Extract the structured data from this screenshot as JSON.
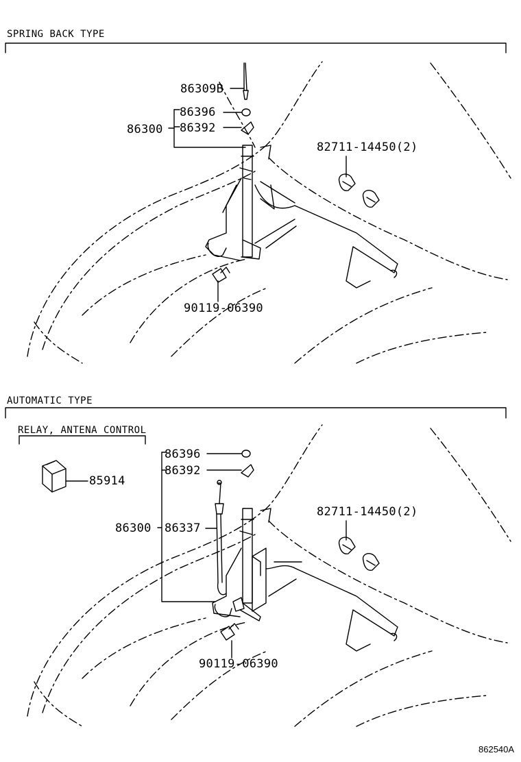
{
  "sections": {
    "spring_back": {
      "title": "SPRING BACK TYPE"
    },
    "automatic": {
      "title": "AUTOMATIC TYPE",
      "relay_title": "RELAY, ANTENA CONTROL"
    }
  },
  "parts_top": {
    "rod": "86309B",
    "nut": "86396",
    "bezel": "86392",
    "antenna_assy": "86300",
    "clamp": "82711-14450(2)",
    "screw": "90119-06390"
  },
  "parts_bottom": {
    "relay": "85914",
    "nut": "86396",
    "bezel": "86392",
    "antenna_assy": "86300",
    "cable": "86337",
    "clamp": "82711-14450(2)",
    "screw": "90119-06390"
  },
  "footer": {
    "figure_code": "862540A"
  }
}
